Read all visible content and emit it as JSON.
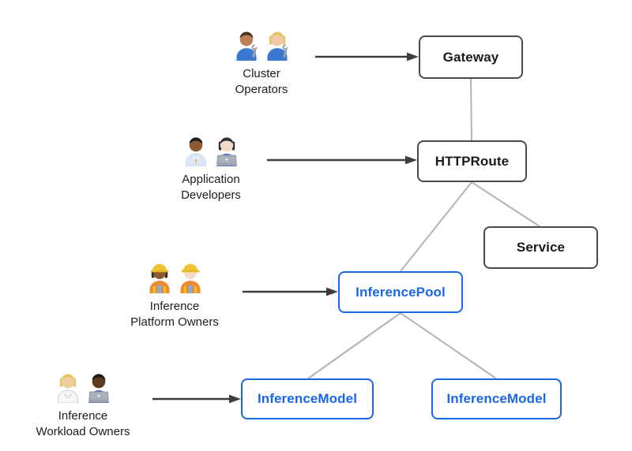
{
  "personas": [
    {
      "name": "Cluster Operators",
      "line1": "Cluster",
      "line2": "Operators",
      "icons": [
        "man-mechanic",
        "woman-mechanic"
      ]
    },
    {
      "name": "Application Developers",
      "line1": "Application",
      "line2": "Developers",
      "icons": [
        "man-office-worker",
        "woman-technologist"
      ]
    },
    {
      "name": "Inference Platform Owners",
      "line1": "Inference",
      "line2": "Platform Owners",
      "icons": [
        "woman-construction-worker",
        "man-construction-worker"
      ]
    },
    {
      "name": "Inference Workload Owners",
      "line1": "Inference",
      "line2": "Workload Owners",
      "icons": [
        "health-worker",
        "man-technologist"
      ]
    }
  ],
  "nodes": [
    {
      "id": "gateway",
      "label": "Gateway",
      "style": "standard"
    },
    {
      "id": "httproute",
      "label": "HTTPRoute",
      "style": "standard"
    },
    {
      "id": "service",
      "label": "Service",
      "style": "standard"
    },
    {
      "id": "inference-pool",
      "label": "InferencePool",
      "style": "extension"
    },
    {
      "id": "inference-model-1",
      "label": "InferenceModel",
      "style": "extension"
    },
    {
      "id": "inference-model-2",
      "label": "InferenceModel",
      "style": "extension"
    }
  ],
  "edges": [
    {
      "from": "cluster-operators",
      "to": "gateway",
      "type": "arrow"
    },
    {
      "from": "application-developers",
      "to": "httproute",
      "type": "arrow"
    },
    {
      "from": "inference-platform-owners",
      "to": "inference-pool",
      "type": "arrow"
    },
    {
      "from": "inference-workload-owners",
      "to": "inference-model-1",
      "type": "arrow"
    },
    {
      "from": "gateway",
      "to": "httproute",
      "type": "line"
    },
    {
      "from": "httproute",
      "to": "inference-pool",
      "type": "line"
    },
    {
      "from": "httproute",
      "to": "service",
      "type": "line"
    },
    {
      "from": "inference-pool",
      "to": "inference-model-1",
      "type": "line"
    },
    {
      "from": "inference-pool",
      "to": "inference-model-2",
      "type": "line"
    }
  ],
  "colors": {
    "standard_node_border": "#4a4a4a",
    "standard_node_text": "#1a1a1a",
    "extension_node": "#1b66e8",
    "connector_line": "#b3b3b3",
    "arrow": "#3d3d3d",
    "background": "#ffffff"
  }
}
